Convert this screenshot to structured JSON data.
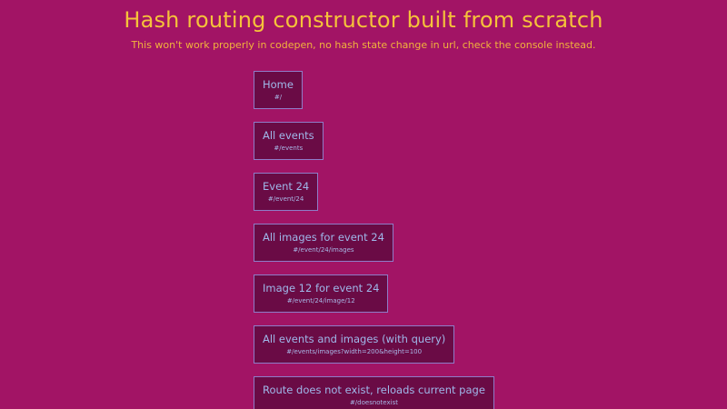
{
  "header": {
    "title": "Hash routing constructor built from scratch",
    "subtitle": "This won't work properly in codepen, no hash state change in url, check the console instead."
  },
  "colors": {
    "background": "#a21465",
    "title": "#f5c23a",
    "box_fill": "#6a0b45",
    "box_border": "#8e7cc8",
    "link_text": "#9fb8ea"
  },
  "routes": [
    {
      "label": "Home",
      "hash": "#/"
    },
    {
      "label": "All events",
      "hash": "#/events"
    },
    {
      "label": "Event 24",
      "hash": "#/event/24"
    },
    {
      "label": "All images for event 24",
      "hash": "#/event/24/images"
    },
    {
      "label": "Image 12 for event 24",
      "hash": "#/event/24/image/12"
    },
    {
      "label": "All events and images (with query)",
      "hash": "#/events/images?width=200&height=100"
    },
    {
      "label": "Route does not exist, reloads current page",
      "hash": "#/doesnotexist"
    }
  ]
}
